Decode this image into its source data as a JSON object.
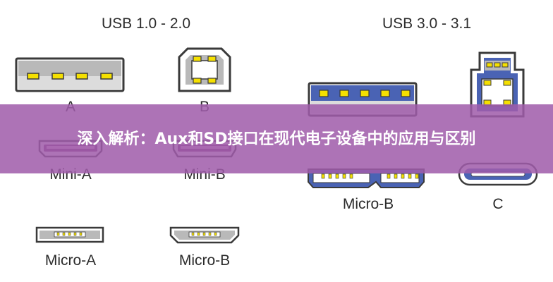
{
  "headings": {
    "usb_old": "USB 1.0 - 2.0",
    "usb_new": "USB 3.0 - 3.1"
  },
  "connectors": {
    "a": "A",
    "b": "B",
    "mini_a": "Mini-A",
    "mini_b": "Mini-B",
    "micro_b_usb3": "Micro-B",
    "c": "C",
    "micro_a": "Micro-A",
    "micro_b": "Micro-B"
  },
  "banner": {
    "text": "深入解析：Aux和SD接口在现代电子设备中的应用与区别"
  },
  "colors": {
    "banner": "#a05caa",
    "pin_gold": "#f5e000",
    "connector_blue": "#4a63b4",
    "connector_gray": "#b9b9b9",
    "mini_purple": "#7e3a78"
  }
}
